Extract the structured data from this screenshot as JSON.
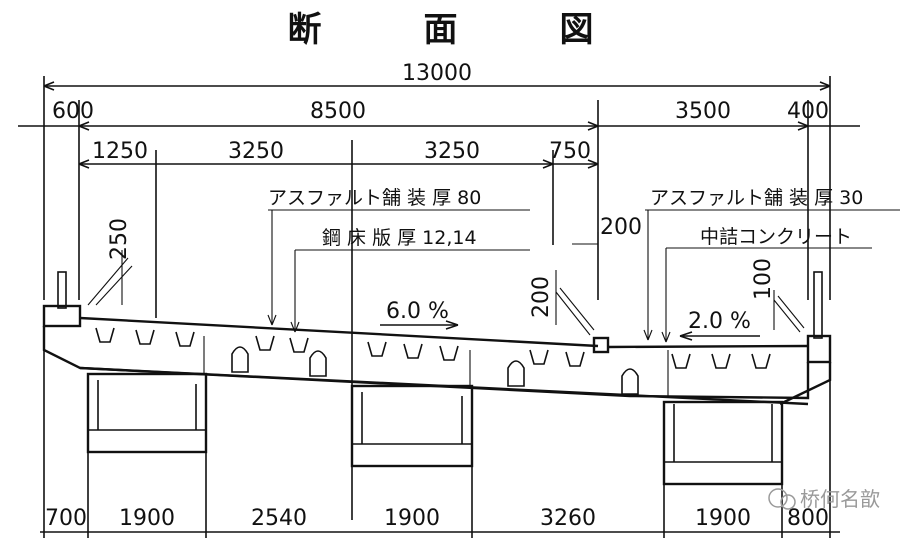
{
  "title": "断　面　図",
  "dims": {
    "total": "13000",
    "left_600": "600",
    "span_8500": "8500",
    "span_3500": "3500",
    "right_400": "400",
    "d1250": "1250",
    "d3250a": "3250",
    "d3250b": "3250",
    "d750": "750",
    "d250": "250",
    "d200a": "200",
    "d200b": "200",
    "d100": "100",
    "b700": "700",
    "b1900a": "1900",
    "b2540": "2540",
    "b1900b": "1900",
    "b3260": "3260",
    "b1900c": "1900",
    "b800": "800"
  },
  "labels": {
    "asphalt80": "アスファルト舗 装 厚 80",
    "steeldeck": "鋼 床 版 厚  12,14",
    "asphalt30": "アスファルト舗 装 厚 30",
    "concrete": "中詰コンクリート",
    "slope_main": "6.0 %",
    "slope_side": "2.0 %"
  },
  "watermark": "桥何名歆"
}
